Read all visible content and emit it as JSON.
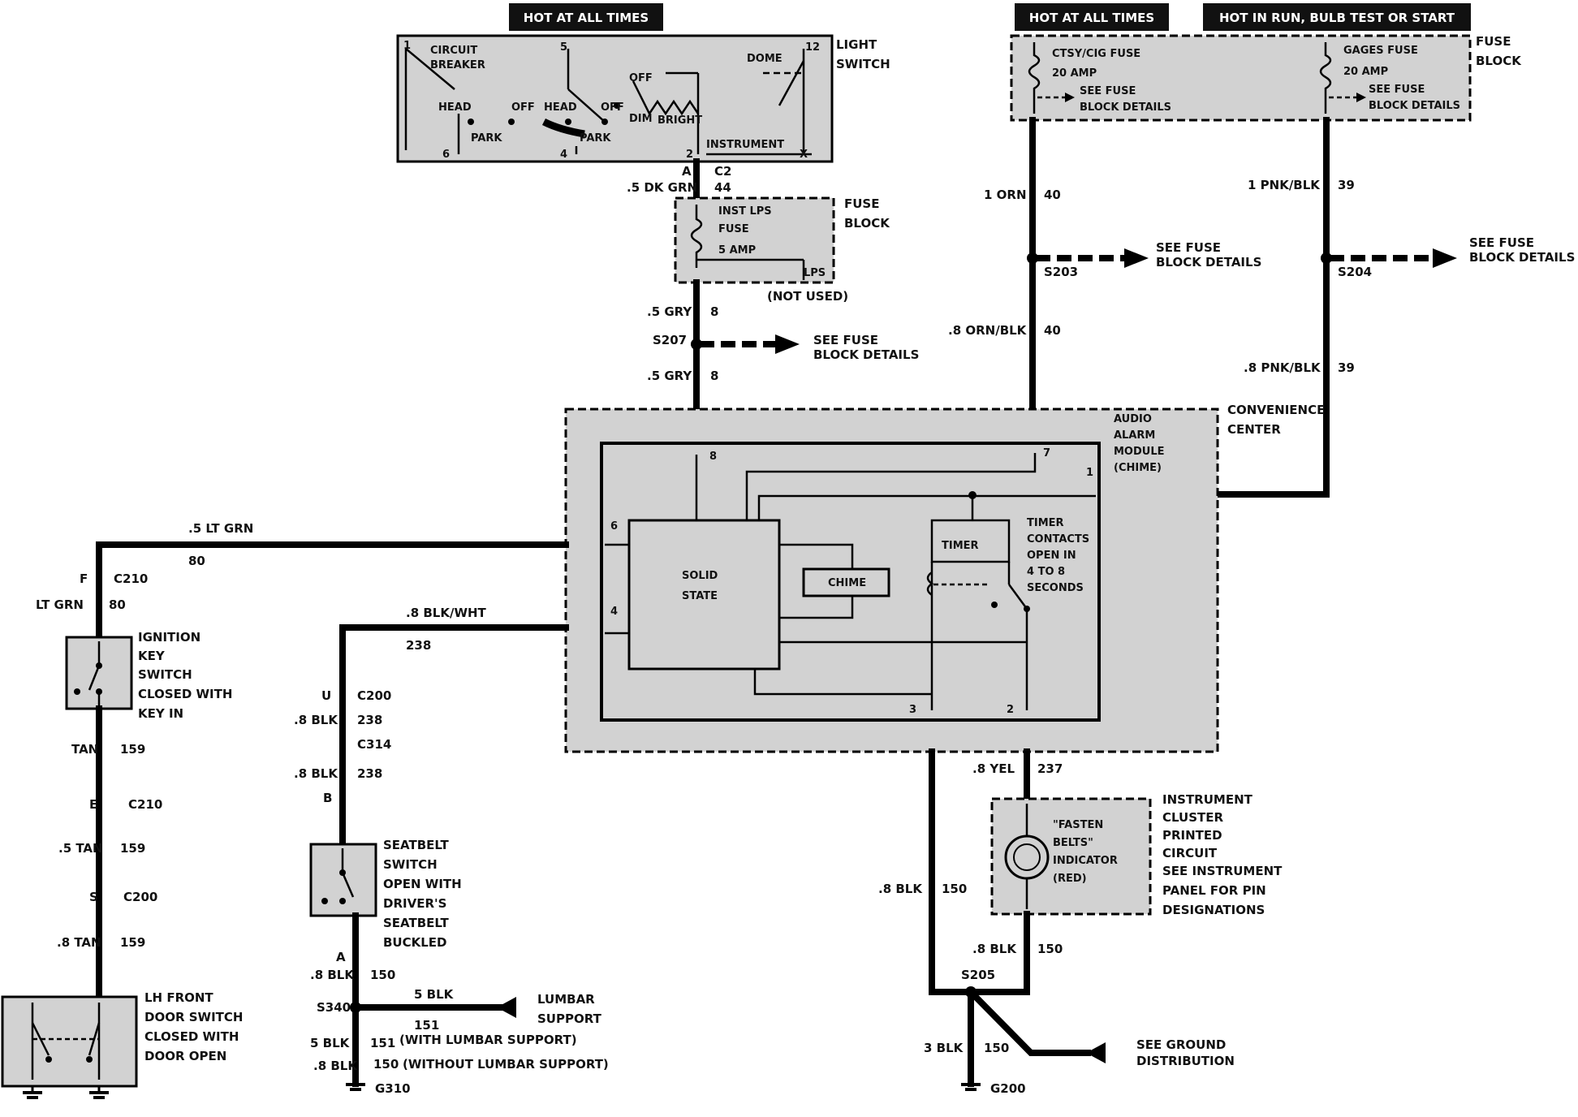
{
  "headers": {
    "hot_all_times_left": "HOT AT ALL TIMES",
    "hot_all_times_right": "HOT AT ALL TIMES",
    "hot_in_run": "HOT IN RUN,  BULB TEST OR START"
  },
  "light_switch": {
    "label_1": "LIGHT",
    "label_2": "SWITCH",
    "circuit_breaker_1": "CIRCUIT",
    "circuit_breaker_2": "BREAKER",
    "head_left": "HEAD",
    "off_left": "OFF",
    "park_left": "PARK",
    "head_mid": "HEAD",
    "off_mid": "OFF",
    "park_mid": "PARK",
    "off_dim": "OFF",
    "dim": "DIM",
    "bright": "BRIGHT",
    "dome": "DOME",
    "instrument": "INSTRUMENT",
    "pin_1": "1",
    "pin_5": "5",
    "pin_12": "12",
    "pin_6": "6",
    "pin_4": "4",
    "pin_2": "2",
    "pin_x": "X"
  },
  "light_switch_output": {
    "pin": "A",
    "connector": "C2",
    "wire": ".5 DK GRN",
    "circuit": "44"
  },
  "inst_fuse_block": {
    "fuse_1": "INST LPS",
    "fuse_2": "FUSE",
    "amp": "5 AMP",
    "lps": "LPS",
    "label_1": "FUSE",
    "label_2": "BLOCK",
    "not_used": "(NOT USED)"
  },
  "gry_wire": {
    "wire_top": ".5 GRY",
    "circuit_top": "8",
    "splice": "S207",
    "see_1": "SEE FUSE",
    "see_2": "BLOCK DETAILS",
    "wire_bottom": ".5 GRY",
    "circuit_bottom": "8"
  },
  "main_fuse_block": {
    "ctsy_fuse": "CTSY/CIG FUSE",
    "ctsy_amp": "20 AMP",
    "ctsy_see_1": "SEE FUSE",
    "ctsy_see_2": "BLOCK DETAILS",
    "gages_fuse": "GAGES FUSE",
    "gages_amp": "20 AMP",
    "gages_see_1": "SEE FUSE",
    "gages_see_2": "BLOCK DETAILS",
    "label_1": "FUSE",
    "label_2": "BLOCK"
  },
  "orn_wire": {
    "wire_top": "1 ORN",
    "circuit_top": "40",
    "splice": "S203",
    "see_1": "SEE FUSE",
    "see_2": "BLOCK DETAILS",
    "wire_bottom": ".8 ORN/BLK",
    "circuit_bottom": "40"
  },
  "pnk_wire": {
    "wire_top": "1 PNK/BLK",
    "circuit_top": "39",
    "splice": "S204",
    "see_1": "SEE FUSE",
    "see_2": "BLOCK DETAILS",
    "wire_bottom": ".8 PNK/BLK",
    "circuit_bottom": "39"
  },
  "convenience_center": {
    "label_1": "CONVENIENCE",
    "label_2": "CENTER",
    "module_1": "AUDIO",
    "module_2": "ALARM",
    "module_3": "MODULE",
    "module_4": "(CHIME)",
    "solid_1": "SOLID",
    "solid_2": "STATE",
    "chime": "CHIME",
    "timer": "TIMER",
    "timer_note_1": "TIMER",
    "timer_note_2": "CONTACTS",
    "timer_note_3": "OPEN IN",
    "timer_note_4": "4 TO 8",
    "timer_note_5": "SECONDS",
    "pin_8": "8",
    "pin_7": "7",
    "pin_1": "1",
    "pin_6": "6",
    "pin_4": "4",
    "pin_3": "3",
    "pin_2": "2"
  },
  "ltgrn_wire": {
    "wire": ".5 LT GRN",
    "circuit": "80",
    "pin": "F",
    "connector": "C210",
    "wire_2": "LT GRN",
    "circuit_2": "80"
  },
  "ignition_switch": {
    "label_1": "IGNITION",
    "label_2": "KEY",
    "label_3": "SWITCH",
    "desc_1": "CLOSED WITH",
    "desc_2": "KEY IN"
  },
  "tan_wire": {
    "wire_1": "TAN",
    "circuit_1": "159",
    "pin_e": "E",
    "connector_e": "C210",
    "wire_2": ".5 TAN",
    "circuit_2": "159",
    "pin_s": "S",
    "connector_s": "C200",
    "wire_3": ".8 TAN",
    "circuit_3": "159"
  },
  "door_switch": {
    "label_1": "LH FRONT",
    "label_2": "DOOR SWITCH",
    "desc_1": "CLOSED WITH",
    "desc_2": "DOOR OPEN"
  },
  "blkwht_wire": {
    "wire": ".8 BLK/WHT",
    "circuit": "238",
    "pin_u": "U",
    "connector_u": "C200",
    "wire_2": ".8 BLK",
    "circuit_2": "238",
    "connector_2": "C314",
    "wire_3": ".8 BLK",
    "circuit_3": "238",
    "pin_b": "B"
  },
  "seatbelt_switch": {
    "label_1": "SEATBELT",
    "label_2": "SWITCH",
    "desc_1": "OPEN WITH",
    "desc_2": "DRIVER'S",
    "desc_3": "SEATBELT",
    "desc_4": "BUCKLED"
  },
  "seatbelt_ground": {
    "pin_a": "A",
    "wire_1": ".8 BLK",
    "circuit_1": "150",
    "splice": "S340",
    "lumbar_wire": "5 BLK",
    "lumbar_circuit": "151",
    "lumbar_1": "LUMBAR",
    "lumbar_2": "SUPPORT",
    "wire_2": "5 BLK",
    "circuit_2": "151",
    "with_lumbar": "(WITH LUMBAR SUPPORT)",
    "wire_3": ".8 BLK",
    "circuit_3": "150",
    "without_lumbar": "(WITHOUT LUMBAR SUPPORT)",
    "ground": "G310"
  },
  "indicator": {
    "wire_top": ".8 YEL",
    "circuit_top": "237",
    "name_1": "\"FASTEN",
    "name_2": "BELTS\"",
    "name_3": "INDICATOR",
    "color": "(RED)",
    "cluster_1": "INSTRUMENT",
    "cluster_2": "CLUSTER",
    "cluster_3": "PRINTED",
    "cluster_4": "CIRCUIT",
    "cluster_5": "SEE INSTRUMENT",
    "cluster_6": "PANEL FOR PIN",
    "cluster_7": "DESIGNATIONS"
  },
  "main_ground": {
    "wire_left": ".8 BLK",
    "circuit_left": "150",
    "wire_right": ".8 BLK",
    "circuit_right": "150",
    "splice": "S205",
    "wire_bottom": "3 BLK",
    "circuit_bottom": "150",
    "ground": "G200",
    "see_1": "SEE GROUND",
    "see_2": "DISTRIBUTION"
  }
}
